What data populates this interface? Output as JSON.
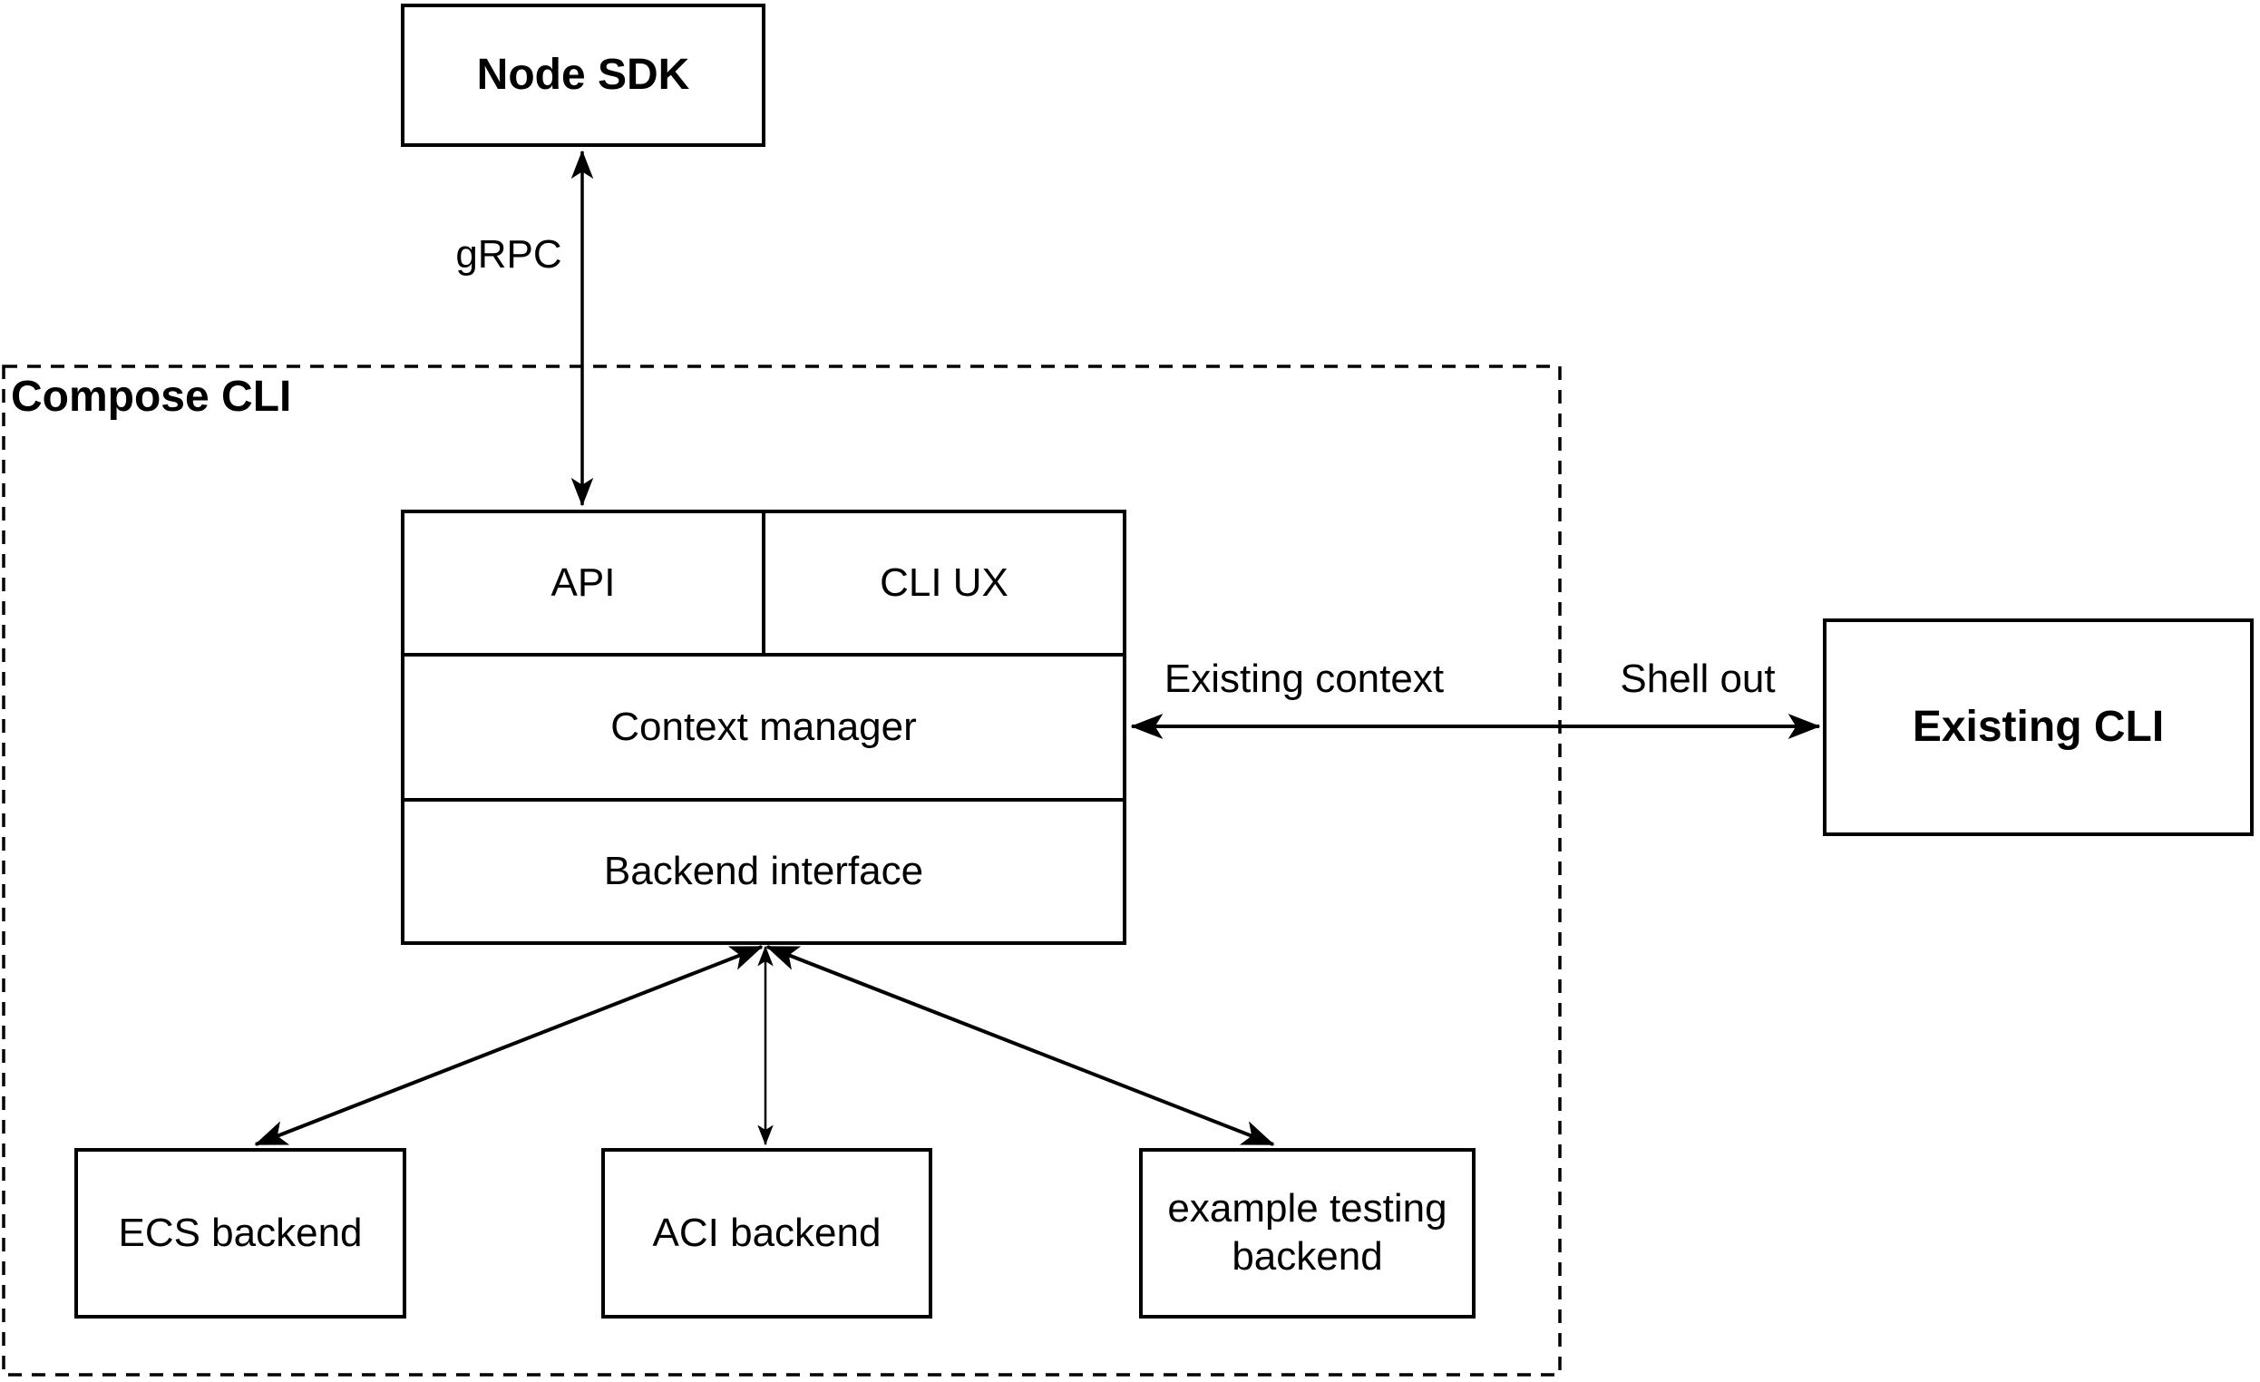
{
  "canvas": {
    "background": "#ffffff",
    "stroke_color": "#000000"
  },
  "groups": {
    "compose_cli": {
      "label": "Compose CLI"
    }
  },
  "nodes": {
    "node_sdk": {
      "label": "Node SDK"
    },
    "api": {
      "label": "API"
    },
    "cli_ux": {
      "label": "CLI UX"
    },
    "context_manager": {
      "label": "Context manager"
    },
    "backend_interface": {
      "label": "Backend interface"
    },
    "existing_cli": {
      "label": "Existing CLI"
    },
    "ecs_backend": {
      "label": "ECS backend"
    },
    "aci_backend": {
      "label": "ACI backend"
    },
    "example_testing_backend": {
      "label": "example testing backend"
    }
  },
  "edges": {
    "grpc": {
      "label": "gRPC",
      "from": "node_sdk",
      "to": "api",
      "arrows": "both"
    },
    "existing": {
      "label_inside": "Existing context",
      "label_outside": "Shell out",
      "from": "context_manager",
      "to": "existing_cli",
      "arrows": "both"
    },
    "backend_ecs": {
      "from": "backend_interface",
      "to": "ecs_backend",
      "arrows": "both"
    },
    "backend_aci": {
      "from": "backend_interface",
      "to": "aci_backend",
      "arrows": "both"
    },
    "backend_example": {
      "from": "backend_interface",
      "to": "example_testing_backend",
      "arrows": "both"
    }
  }
}
